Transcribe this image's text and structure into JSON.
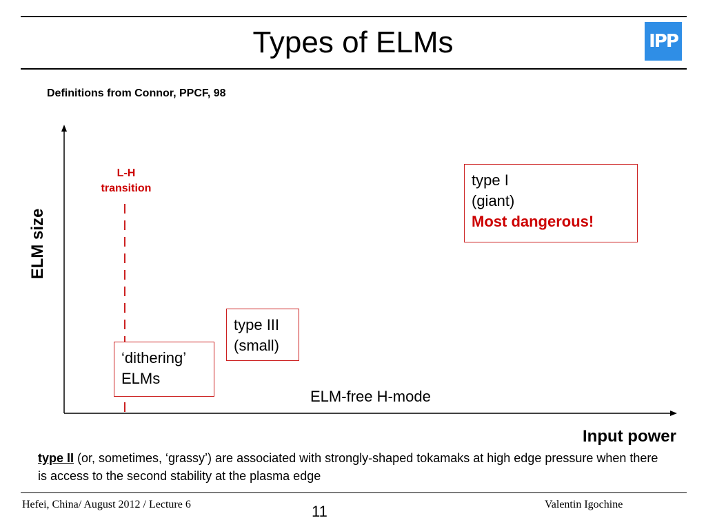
{
  "slide": {
    "title": "Types of ELMs",
    "logo_text": "IPP",
    "subtitle": "Definitions from Connor, PPCF, 98"
  },
  "diagram": {
    "y_axis_label": "ELM size",
    "x_axis_label": "Input power",
    "lh_transition": {
      "line1": "L-H",
      "line2": "transition"
    },
    "type_I": {
      "line1": "type I",
      "line2": "(giant)",
      "line3": "Most dangerous!"
    },
    "type_III": {
      "line1": "type III",
      "line2": "(small)"
    },
    "dithering": {
      "line1": "‘dithering’",
      "line2": "ELMs"
    },
    "elm_free": "ELM-free H-mode"
  },
  "note": {
    "lead": "type II",
    "text": " (or, sometimes, ‘grassy’) are associated with strongly-shaped tokamaks at high edge pressure when there is access to the second stability at the plasma edge"
  },
  "footer": {
    "left": "Hefei, China/ August 2012 / Lecture 6",
    "page_number": "11",
    "right": "Valentin Igochine"
  },
  "colors": {
    "accent_red": "#cc0000",
    "logo_blue": "#2f8ee6"
  }
}
